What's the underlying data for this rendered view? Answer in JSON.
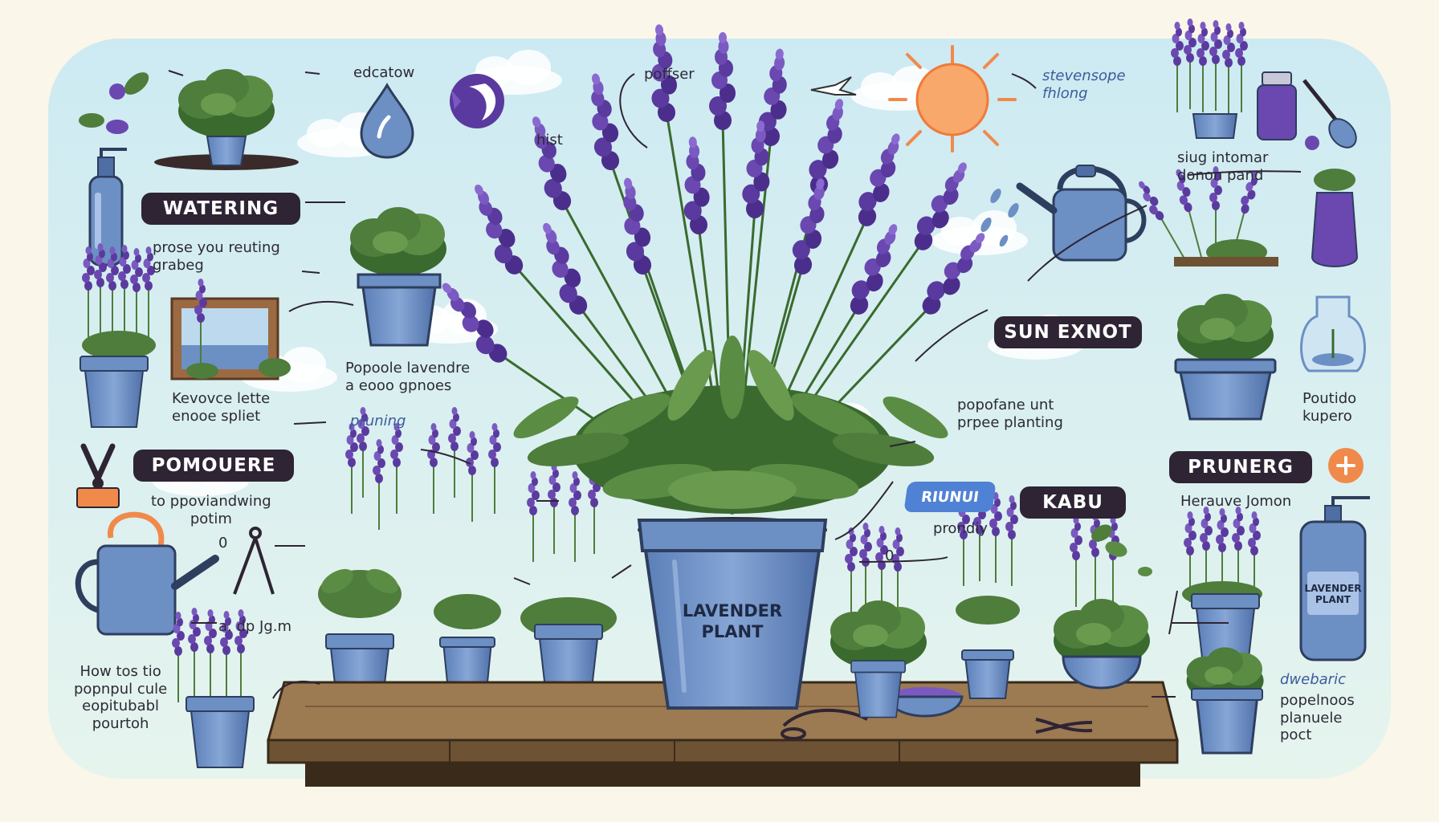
{
  "headings": {
    "watering": "WATERING",
    "pomouere": "POMOUERE",
    "sun": "SUN EXNOT",
    "kabu": "KABU",
    "prunerg": "PRUNERG",
    "badge": "RIUNUI"
  },
  "captions": {
    "edcatow": "edcatow",
    "poffser": "poffser",
    "hist": "hist",
    "stevensope": "stevensope\nfhlong",
    "sing": "siug intomar\ndonon pand",
    "prose": "prose you reuting\ngrabeg",
    "popoole": "Popoole lavendre\na eooo gpnoes",
    "kevovce": "Kevovce lette\nenooe spliet",
    "pruning_small": "pruning",
    "to_pp": "to ppoviandwing\npotim",
    "popofane": "popofane unt\nprpee planting",
    "prondiy": "prondiy",
    "herauve": "Herauve Jomon",
    "poutido": "Poutido\nkupero",
    "adp": "a. dp Jg.m",
    "how": "How tos tio\npopnpul cule\neopitubabl\npourtoh",
    "dwebaric": "dwebaric",
    "popelnoos": "popelnoos\nplanuele\npoct",
    "zero": "0"
  },
  "labels": {
    "main_pot": "LAVENDER\nPLANT",
    "bottle": "LAVENDER\nPLANT"
  },
  "colors": {
    "background": "#fbf6ea",
    "panel": "#d9eff0",
    "lavender": "#5a3a9e",
    "lavender_light": "#7a5ac0",
    "leaf": "#4e7d3c",
    "leaf_dark": "#3a6a2e",
    "pot": "#6c8fc4",
    "pot_dark": "#4e6ea4",
    "wood": "#9c7a52",
    "pill": "#2e2433",
    "sun": "#f7a86a",
    "accent_orange": "#f08a4b"
  },
  "icons": [
    "water-drop-icon",
    "moon-icon",
    "sun-icon",
    "watering-can-icon",
    "pruning-shears-icon",
    "spray-bottle-icon",
    "plus-icon",
    "bird-icon"
  ]
}
